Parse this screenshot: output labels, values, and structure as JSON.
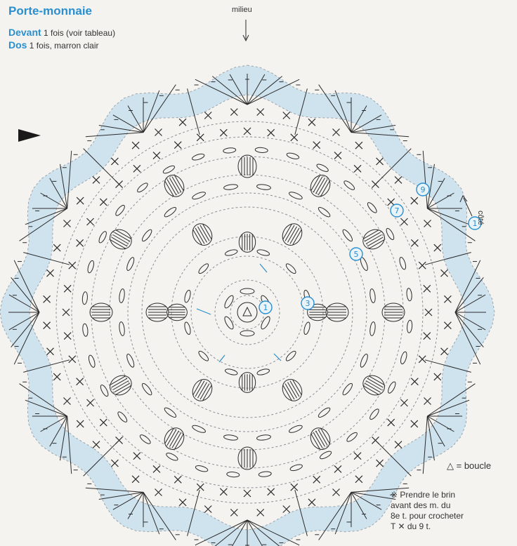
{
  "header": {
    "title": "Porte-monnaie",
    "devant_label": "Devant",
    "devant_text": "1 fois (voir tableau)",
    "dos_label": "Dos",
    "dos_text": "1 fois, marron clair"
  },
  "labels": {
    "milieu": "milieu",
    "cote": "côté",
    "legend": "△ = boucle"
  },
  "note": {
    "lines": [
      "※ Prendre le brin",
      "avant des m. du",
      "8e t. pour crocheter",
      "T ✕ du 9 t."
    ]
  },
  "round_markers": [
    "1",
    "3",
    "5",
    "7",
    "9",
    "1"
  ],
  "colors": {
    "accent": "#2a8fcf",
    "band": "#cfe3ef",
    "ink": "#2b2b2b"
  }
}
